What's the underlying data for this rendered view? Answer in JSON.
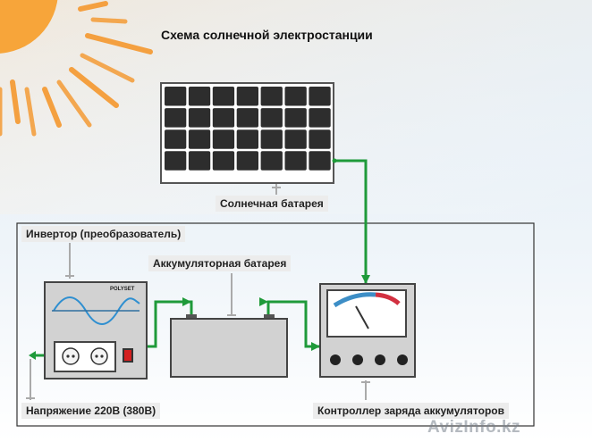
{
  "title": "Схема солнечной электростанции",
  "labels": {
    "solar_panel": "Солнечная батарея",
    "inverter": "Инвертор (преобразователь)",
    "battery": "Аккумуляторная батарея",
    "voltage": "Напряжение 220В (380В)",
    "controller": "Контроллер заряда аккумуляторов"
  },
  "inverter_brand": "POLYSET",
  "watermark": "AvizInfo.kz",
  "colors": {
    "sun": "#f7a53a",
    "wire": "#1f9a3a",
    "device_body": "#d2d2d2",
    "panel_cell": "#2d2d2d",
    "gauge_blue": "#3d8ec6",
    "gauge_red": "#d23040",
    "inverter_switch": "#d42020"
  },
  "icons": [
    "sun-icon",
    "solar-panel-icon",
    "inverter-icon",
    "battery-icon",
    "charge-controller-icon"
  ]
}
